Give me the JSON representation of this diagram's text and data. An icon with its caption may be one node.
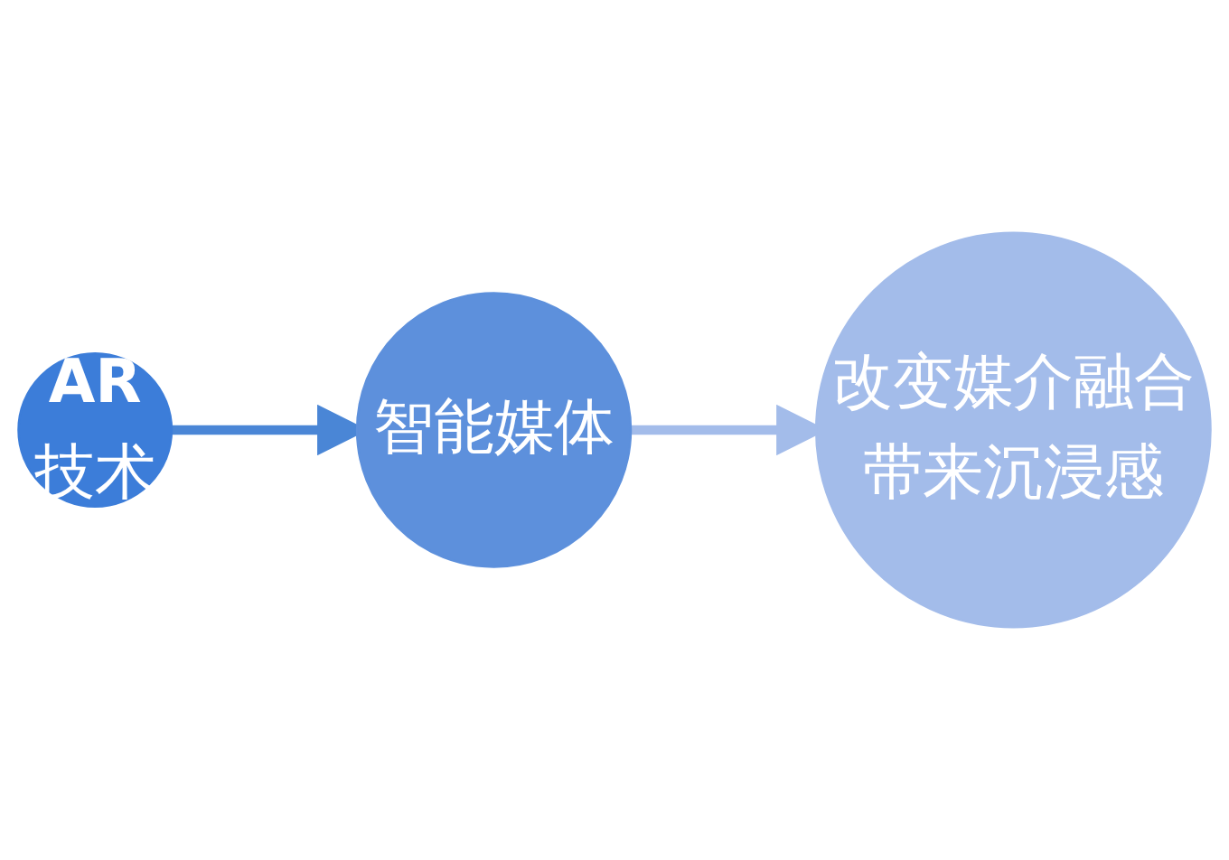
{
  "diagram": {
    "nodes": [
      {
        "text": [
          "AR",
          "技术"
        ]
      },
      {
        "text": [
          "智能媒体"
        ]
      },
      {
        "text": [
          "改变媒介融合",
          "带来沉浸感"
        ]
      }
    ],
    "edges": [
      {
        "from": 0,
        "to": 1,
        "arrow": "to",
        "color": "#4a86d6"
      },
      {
        "from": 1,
        "to": 2,
        "arrow": "to",
        "color": "#a3bcea"
      }
    ]
  }
}
